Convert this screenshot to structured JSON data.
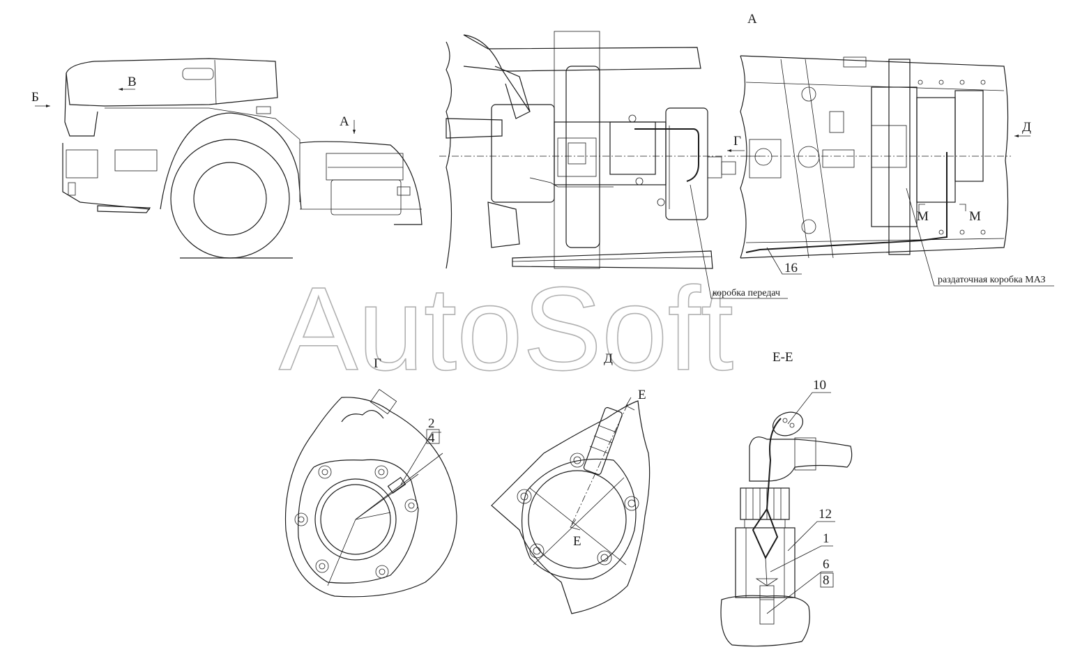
{
  "watermark": "AutoSoft",
  "views": {
    "side": {
      "label_b": "Б",
      "label_v": "В",
      "label_a": "А"
    },
    "top": {
      "title": "А",
      "arrow_g": "Г",
      "arrow_d": "Д",
      "section_m_left": "М",
      "section_m_right": "М",
      "callout_16": "16",
      "note_gearbox": "коробка передач",
      "note_transfer": "раздаточная коробка МАЗ"
    },
    "detail_g": {
      "title": "Г",
      "callout_2": "2",
      "callout_4": "4"
    },
    "detail_d": {
      "title": "Д",
      "section_e_top": "Е",
      "section_e_bottom": "Е"
    },
    "section_ee": {
      "title": "Е-Е",
      "callout_10": "10",
      "callout_12": "12",
      "callout_1": "1",
      "callout_6": "6",
      "callout_8": "8"
    }
  }
}
